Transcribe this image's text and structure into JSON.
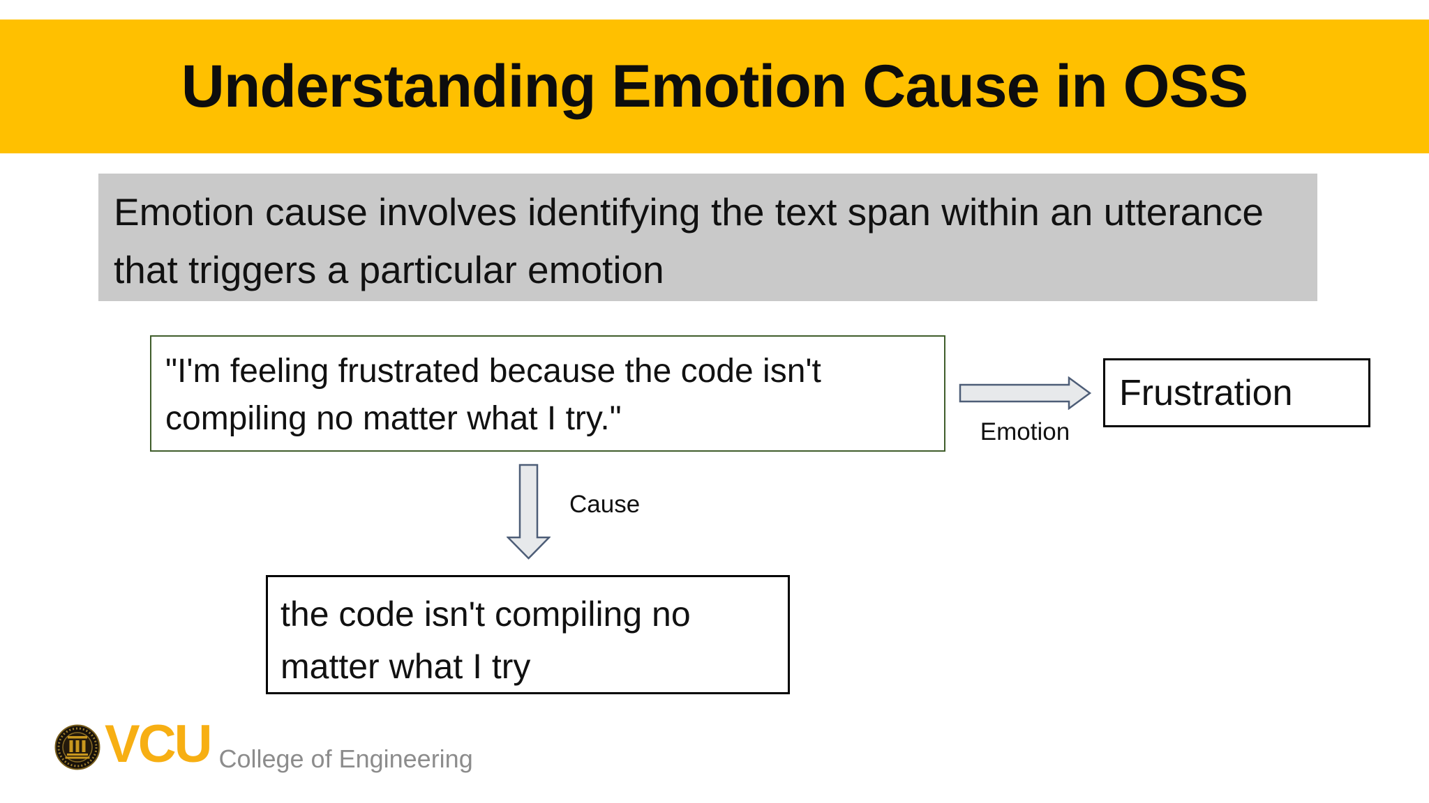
{
  "slide": {
    "title": "Understanding Emotion Cause in OSS",
    "definition": "Emotion cause involves identifying the text span within an utterance that triggers a particular emotion",
    "diagram": {
      "utterance": "\"I'm feeling frustrated because the code isn't compiling no matter what I try.\"",
      "emotion_arrow_label": "Emotion",
      "emotion_value": "Frustration",
      "cause_arrow_label": "Cause",
      "cause_value": "the code isn't compiling no matter what I try",
      "icons": {
        "emotion_arrow": "right-block-arrow",
        "cause_arrow": "down-block-arrow"
      }
    },
    "footer": {
      "logo_acronym": "VCU",
      "logo_subtext": "College of Engineering",
      "seal_icon": "vcu-university-seal"
    },
    "colors": {
      "band_gold": "#FFC000",
      "definition_bg": "#C9C9C9",
      "utterance_border_green": "#3F5D2B",
      "arrow_fill": "#E7E9EB",
      "arrow_outline": "#4D5D77",
      "box_border": "#000000",
      "vcu_gold": "#F7AF13",
      "subtext_gray": "#8C8C8C"
    }
  }
}
